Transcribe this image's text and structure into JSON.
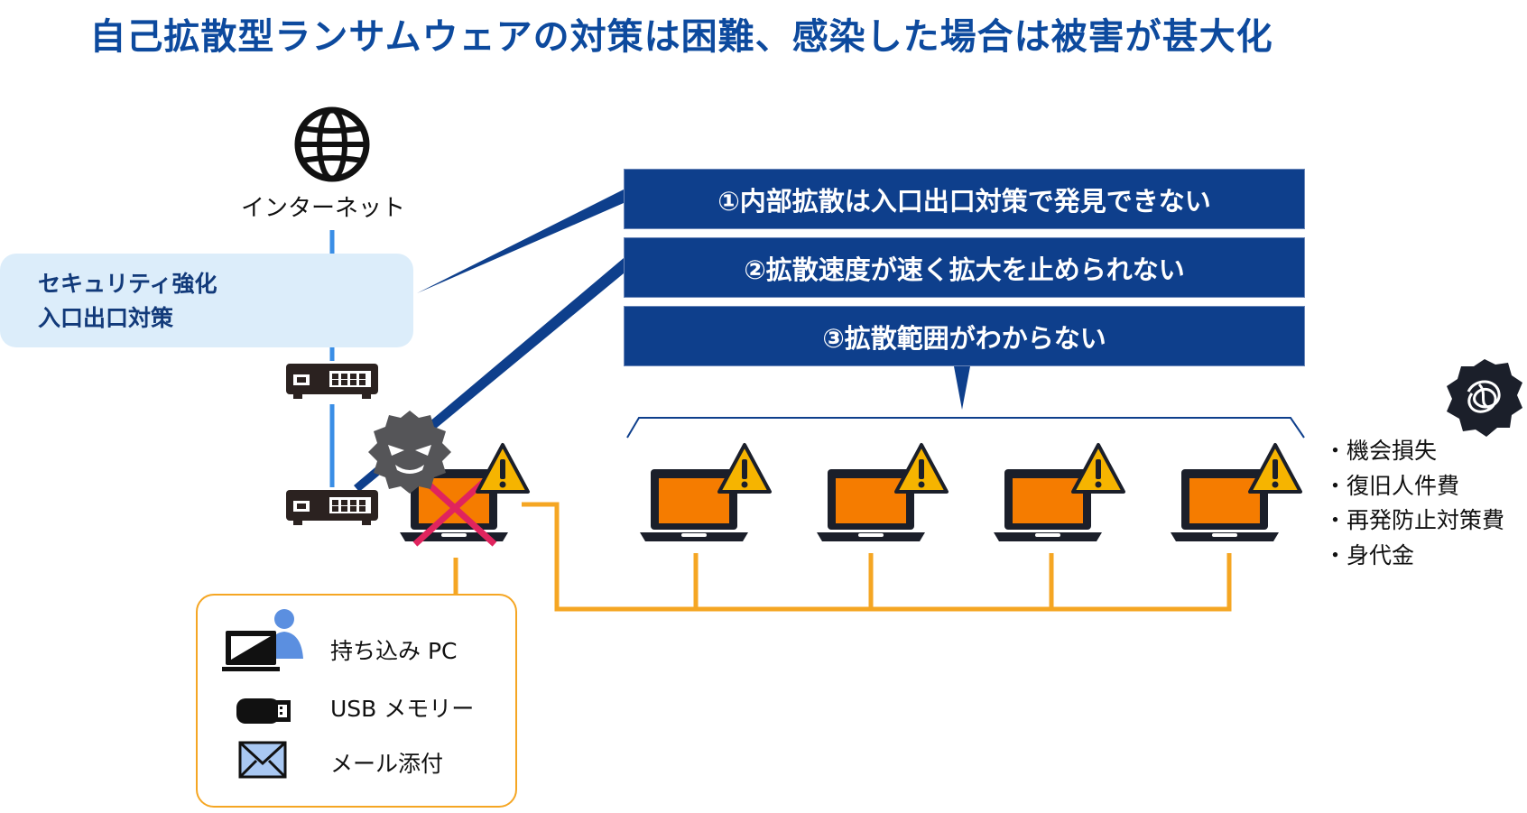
{
  "title": "自己拡散型ランサムウェアの対策は困難、感染した場合は被害が甚大化",
  "internet_label": "インターネット",
  "security": {
    "line1": "セキュリティ強化",
    "line2": "入口出口対策"
  },
  "callouts": [
    "①内部拡散は入口出口対策で発見できない",
    "②拡散速度が速く拡大を止められない",
    "③拡散範囲がわからない"
  ],
  "losses": [
    "・機会損失",
    "・復旧人件費",
    "・再発防止対策費",
    "・身代金"
  ],
  "legend": {
    "item1": "持ち込み PC",
    "item2": "USB メモリー",
    "item3": "メール添付"
  },
  "colors": {
    "navy": "#0e3f8c",
    "title_blue": "#0d4a9e",
    "orange": "#f5a623",
    "screen_orange": "#f57c00",
    "warn_yellow": "#f6b400",
    "light_blue": "#dcedfa",
    "cross_red": "#e0245e"
  },
  "icons": [
    "globe-icon",
    "firewall-icon",
    "switch-icon",
    "malware-icon",
    "laptop-icon",
    "warning-icon",
    "scribble-icon",
    "user-pc-icon",
    "usb-icon",
    "mail-icon"
  ]
}
